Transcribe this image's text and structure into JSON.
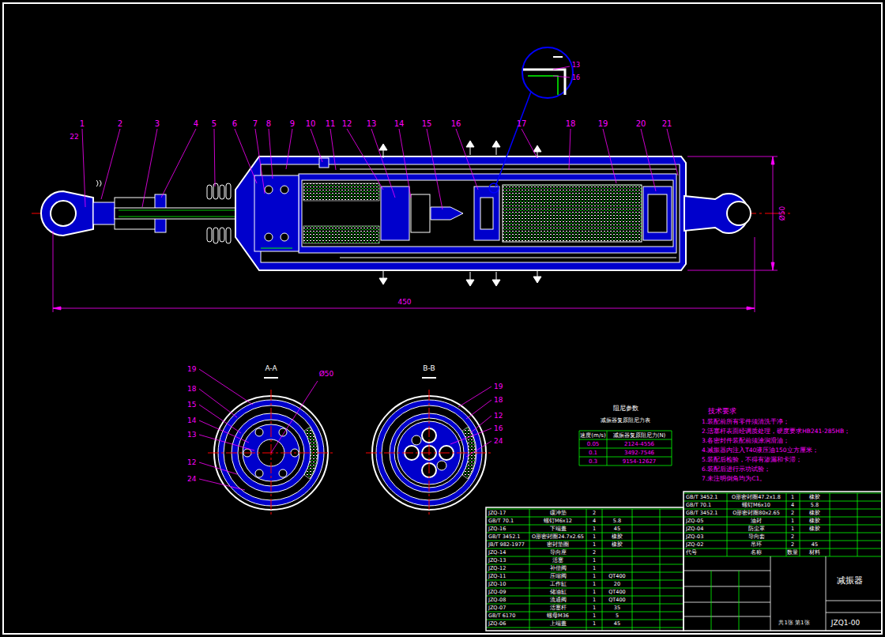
{
  "diagram": {
    "nodes": [
      {
        "text": [
          "阻尼参数",
          "减振器复原阻尼力表",
          "速度(m/s)",
          "减振器复原阻尼力(N)",
          "0.05",
          "2124-4556",
          "0.1",
          "3492-7546",
          "0.3",
          "9154-12627"
        ]
      },
      {
        "text": [
          "技术要求",
          "1.装配前所有零件须清洗干净；",
          "2.活塞杆表面经调质处理，硬度要求HB241-285HB；",
          "3.各密封件装配前须涂润滑油；",
          "4.减振器内注入T40液压油150立方厘米；",
          "5.装配后检验，不得有渗漏和卡滞；",
          "6.装配后进行示功试验；",
          "7.未注明倒角均为C1。"
        ]
      },
      {
        "text": [
          "JZQ-17",
          "缓冲垫",
          "2"
        ]
      },
      {
        "text": [
          "GB/T 70.1",
          "螺钉M6x12",
          "4",
          "5.8"
        ]
      },
      {
        "text": [
          "JZQ-16",
          "下端盖",
          "1",
          "45"
        ]
      },
      {
        "text": [
          "GB/T 3452.1",
          "O形密封圈24.7x2.65",
          "1",
          "橡胶"
        ]
      },
      {
        "text": [
          "JB/T 982-1977",
          "密封垫圈",
          "1",
          "橡胶"
        ]
      },
      {
        "text": [
          "JZQ-14",
          "导向座",
          "2"
        ]
      },
      {
        "text": [
          "JZQ-13",
          "活塞",
          "1"
        ]
      },
      {
        "text": [
          "JZQ-12",
          "补偿阀",
          "1"
        ]
      },
      {
        "text": [
          "JZQ-11",
          "压缩阀",
          "1",
          "QT400"
        ]
      },
      {
        "text": [
          "JZQ-10",
          "工作缸",
          "1",
          "20"
        ]
      },
      {
        "text": [
          "JZQ-09",
          "储油缸",
          "1",
          "QT400"
        ]
      },
      {
        "text": [
          "JZQ-08",
          "流通阀",
          "1",
          "QT400"
        ]
      },
      {
        "text": [
          "JZQ-07",
          "活塞杆",
          "1",
          "35"
        ]
      },
      {
        "text": [
          "GB/T 6170",
          "螺母M36",
          "1",
          "5"
        ]
      },
      {
        "text": [
          "JZQ-06",
          "上端盖",
          "1",
          "45"
        ]
      },
      {
        "text": [
          "GB/T 3452.1",
          "O形密封圈47.2x1.8",
          "1",
          "橡胶"
        ]
      },
      {
        "text": [
          "GB/T 70.1",
          "螺钉M6x10",
          "4",
          "5.8"
        ]
      },
      {
        "text": [
          "GB/T 3452.1",
          "O形密封圈80x2.65",
          "2",
          "橡胶"
        ]
      },
      {
        "text": [
          "JZQ-05",
          "油封",
          "1",
          "橡胶"
        ]
      },
      {
        "text": [
          "JZQ-04",
          "防尘罩",
          "1",
          "橡胶"
        ]
      },
      {
        "text": [
          "JZQ-03",
          "导向套",
          "2"
        ]
      },
      {
        "text": [
          "JZQ-02",
          "吊环",
          "2",
          "45"
        ]
      },
      {
        "text": [
          "代号",
          "名称",
          "数量",
          "材料"
        ]
      },
      {
        "text": [
          "减振器",
          "JZQ1-00",
          "共1张 第1张"
        ]
      }
    ],
    "labels": [
      "1",
      "2",
      "3",
      "4",
      "5",
      "6",
      "7",
      "8",
      "9",
      "10",
      "11",
      "12",
      "13",
      "14",
      "15",
      "16",
      "17",
      "18",
      "19",
      "20",
      "21",
      "22",
      "450",
      "Ø50",
      "13",
      "16",
      "19",
      "18",
      "15",
      "14",
      "13",
      "12",
      "24",
      "Ø50",
      "19",
      "18",
      "12",
      "16",
      "24",
      "A-A",
      "B-B"
    ]
  }
}
